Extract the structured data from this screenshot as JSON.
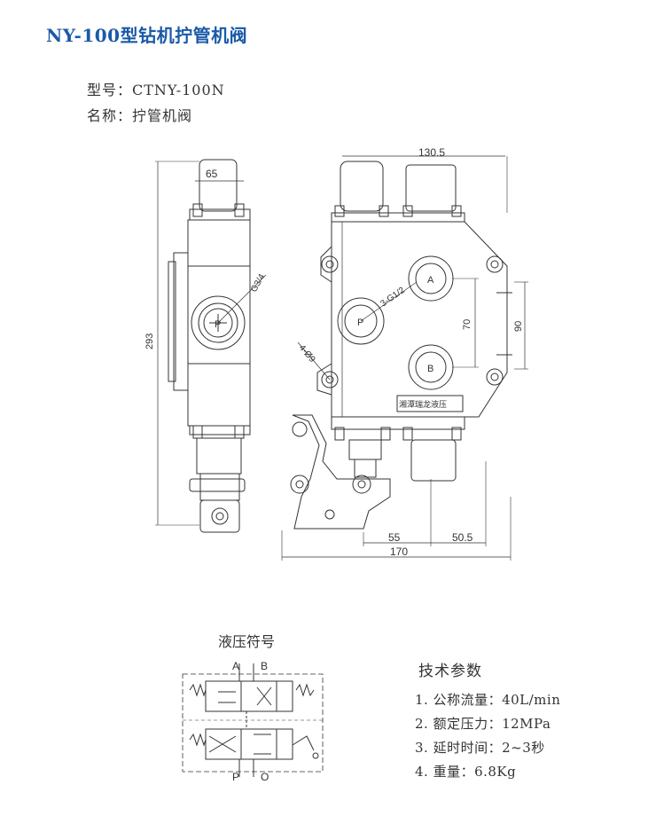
{
  "title": "NY-100型钻机拧管机阀",
  "model_line": "型号：CTNY-100N",
  "name_line": "名称：拧管机阀",
  "drawing": {
    "dim_65": "65",
    "dim_130_5": "130.5",
    "dim_293": "293",
    "dim_g34": "G3/4",
    "dim_3g12": "3-G1/2",
    "dim_4phi9": "4-Ø9",
    "dim_70": "70",
    "dim_90": "90",
    "dim_55": "55",
    "dim_50_5": "50.5",
    "dim_170": "170",
    "port_p": "P",
    "port_a": "A",
    "port_b": "B",
    "port_p_side": "P",
    "nameplate": "湘潭瑞龙液压"
  },
  "symbol": {
    "title": "液压符号",
    "label_a": "A",
    "label_b": "B",
    "label_p": "P",
    "label_o": "O"
  },
  "specs": {
    "title": "技术参数",
    "items": [
      "1. 公称流量：40L/min",
      "2. 额定压力：12MPa",
      "3. 延时时间：2~3秒",
      "4. 重量：6.8Kg"
    ]
  }
}
